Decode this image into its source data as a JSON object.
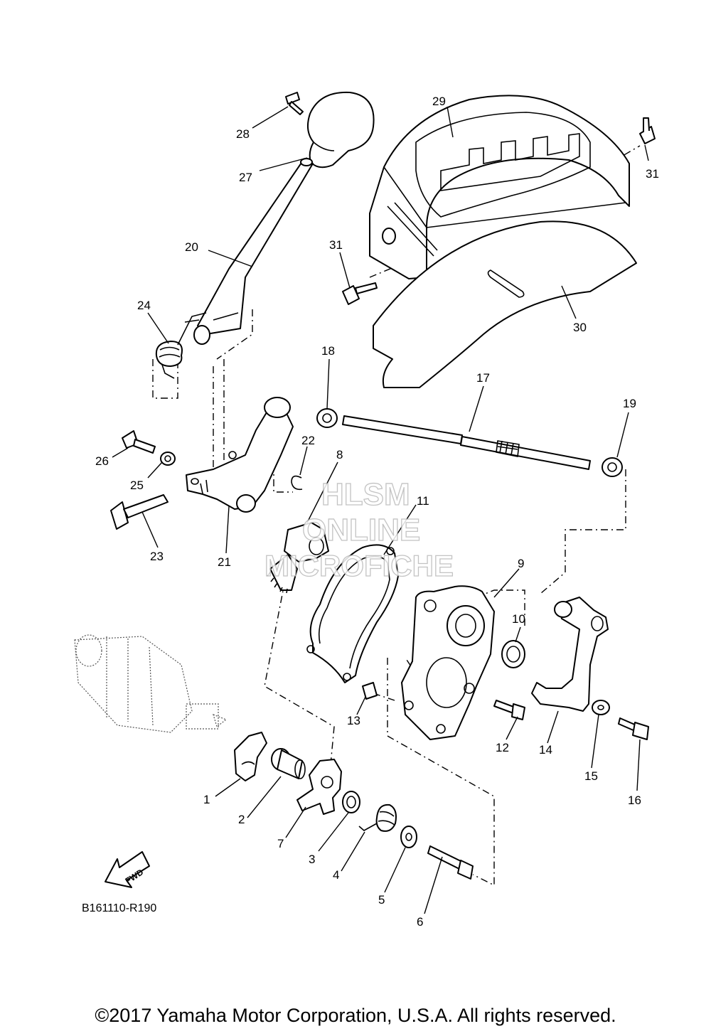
{
  "watermark": {
    "line1": "HLSM",
    "line2": "ONLINE",
    "line3": "MICROFICHE"
  },
  "diagram_code": "B161110-R190",
  "fwd_label": "FWD",
  "copyright": "©2017 Yamaha Motor Corporation, U.S.A. All rights reserved.",
  "callouts": {
    "p1": "1",
    "p2": "2",
    "p3": "3",
    "p4": "4",
    "p5": "5",
    "p6": "6",
    "p7": "7",
    "p8": "8",
    "p9": "9",
    "p10": "10",
    "p11": "11",
    "p12": "12",
    "p13": "13",
    "p14": "14",
    "p15": "15",
    "p16": "16",
    "p17": "17",
    "p18": "18",
    "p19": "19",
    "p20": "20",
    "p21": "21",
    "p22": "22",
    "p23": "23",
    "p24": "24",
    "p25": "25",
    "p26": "26",
    "p27": "27",
    "p28": "28",
    "p29": "29",
    "p30": "30",
    "p31a": "31",
    "p31b": "31"
  }
}
